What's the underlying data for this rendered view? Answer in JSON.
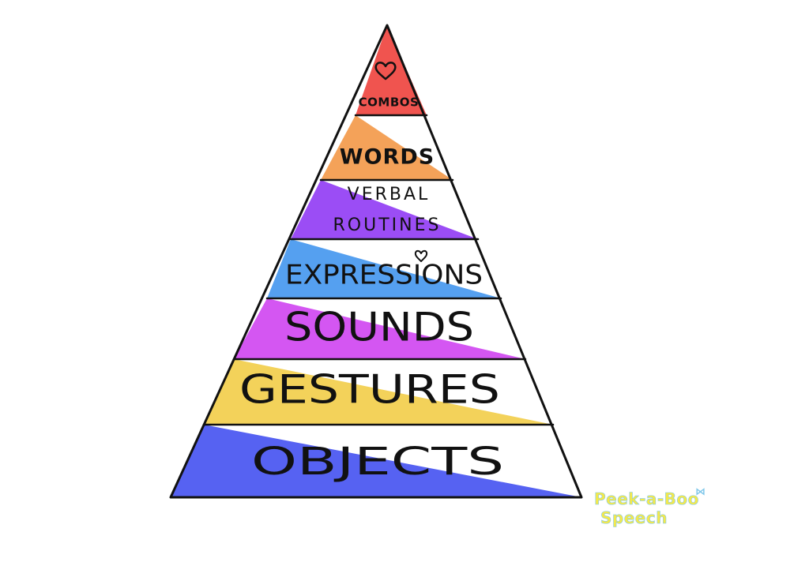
{
  "diagram": {
    "tiers": [
      {
        "label": "COMBOS",
        "color": "#f0544f",
        "decoration": "heart-icon"
      },
      {
        "label": "WORDS",
        "color": "#f4a259"
      },
      {
        "label": "VERBAL",
        "label_line2": "ROUTINES",
        "color": "#9b4df5"
      },
      {
        "label": "EXPRESSIONS",
        "color": "#55a0f0",
        "decoration": "heart-icon"
      },
      {
        "label": "SOUNDS",
        "color": "#d456f2"
      },
      {
        "label": "GESTURES",
        "color": "#f3d25a"
      },
      {
        "label": "OBJECTS",
        "color": "#5662f2"
      }
    ],
    "outline_color": "#111111"
  },
  "logo": {
    "line1": "Peek-a-Boo",
    "line2": "Speech",
    "text_color": "#f5e94a",
    "accent_color": "#7fc7ea"
  }
}
